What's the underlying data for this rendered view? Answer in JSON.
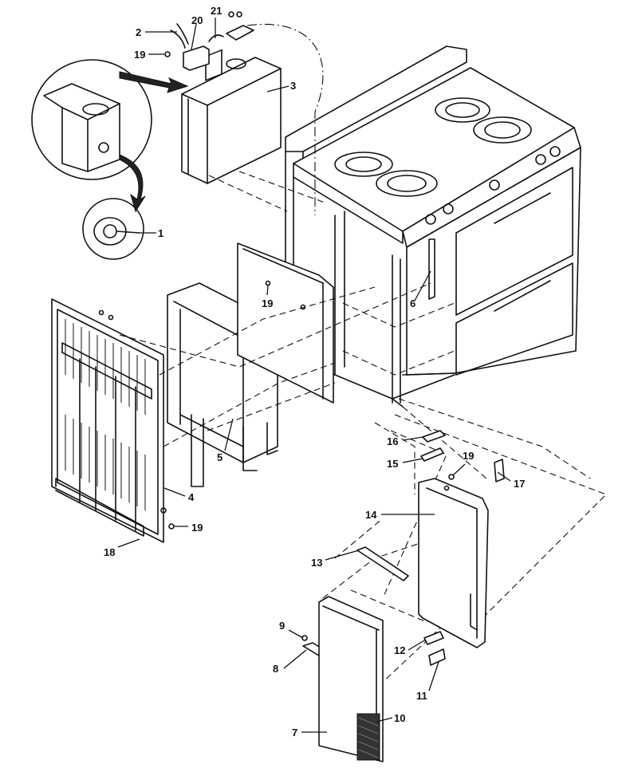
{
  "callouts": [
    {
      "id": "c1",
      "label": "1"
    },
    {
      "id": "c2",
      "label": "2"
    },
    {
      "id": "c3",
      "label": "3"
    },
    {
      "id": "c4",
      "label": "4"
    },
    {
      "id": "c5",
      "label": "5"
    },
    {
      "id": "c6",
      "label": "6"
    },
    {
      "id": "c7",
      "label": "7"
    },
    {
      "id": "c8",
      "label": "8"
    },
    {
      "id": "c9",
      "label": "9"
    },
    {
      "id": "c10",
      "label": "10"
    },
    {
      "id": "c11",
      "label": "11"
    },
    {
      "id": "c12",
      "label": "12"
    },
    {
      "id": "c13",
      "label": "13"
    },
    {
      "id": "c14",
      "label": "14"
    },
    {
      "id": "c15",
      "label": "15"
    },
    {
      "id": "c16",
      "label": "16"
    },
    {
      "id": "c17",
      "label": "17"
    },
    {
      "id": "c18",
      "label": "18"
    },
    {
      "id": "c19a",
      "label": "19"
    },
    {
      "id": "c19b",
      "label": "19"
    },
    {
      "id": "c19c",
      "label": "19"
    },
    {
      "id": "c19d",
      "label": "19"
    },
    {
      "id": "c20",
      "label": "20"
    },
    {
      "id": "c21",
      "label": "21"
    }
  ]
}
